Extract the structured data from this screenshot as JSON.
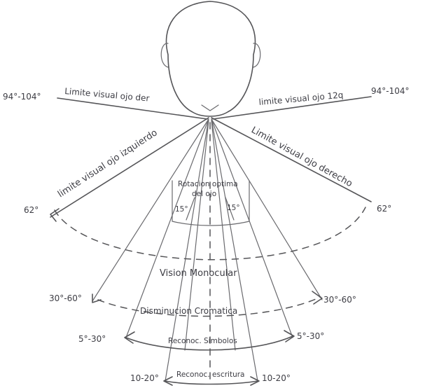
{
  "labels": {
    "left_limit_range": "94°-104°",
    "left_limit_text": "Limite visual ojo der",
    "right_limit_range": "94°-104°",
    "right_limit_text": "limite visual ojo 12q",
    "left_eye_limit": "limite visual ojo izquierdo",
    "right_eye_limit": "Limite visual ojo derecho",
    "left_62": "62°",
    "right_62": "62°",
    "rotation_line1": "Rotacion optima",
    "rotation_line2": "del ojo",
    "rot_left_15": "15°",
    "rot_right_15": "15°",
    "monocular": "Vision Monocular",
    "left_30_60": "30°-60°",
    "right_30_60": "30°-60°",
    "chromatic": "Disminucion Cromatica",
    "left_5_30": "5°-30°",
    "right_5_30": "5°-30°",
    "symbols": "Reconoc. Simbolos",
    "left_10_20": "10-20°",
    "right_10_20": "10-20°",
    "writing": "Reconoc. escritura"
  }
}
